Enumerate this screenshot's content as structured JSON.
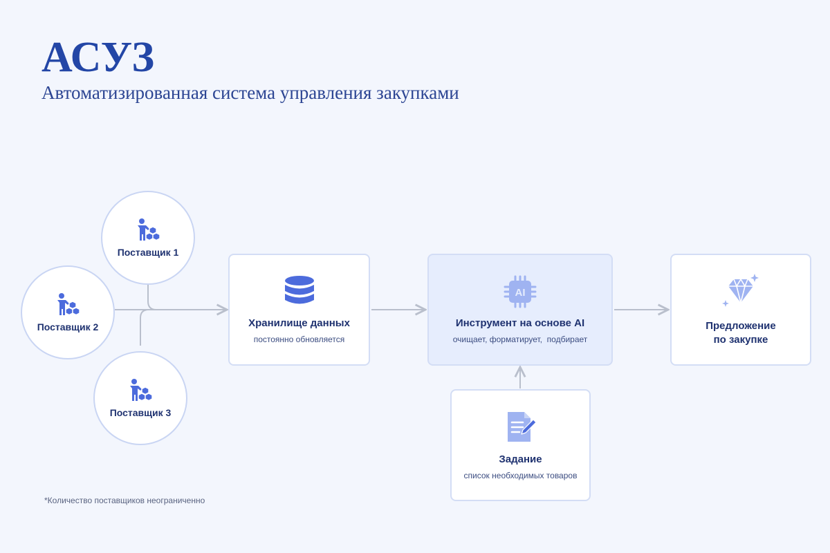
{
  "header": {
    "title": "АСУЗ",
    "subtitle": "Автоматизированная система управления закупками"
  },
  "suppliers": [
    {
      "label": "Поставщик 1",
      "icon": "supplier-boxes-icon"
    },
    {
      "label": "Поставщик 2",
      "icon": "supplier-boxes-icon"
    },
    {
      "label": "Поставщик 3",
      "icon": "supplier-boxes-icon"
    }
  ],
  "storage": {
    "title": "Хранилище данных",
    "subtitle": "постоянно обновляется",
    "icon": "database-icon"
  },
  "ai_tool": {
    "title": "Инструмент на основе AI",
    "subtitle": "очищает, форматирует,  подбирает",
    "icon": "ai-chip-icon",
    "chip_text": "AI"
  },
  "proposal": {
    "title_line1": "Предложение",
    "title_line2": "по закупке",
    "icon": "diamond-icon"
  },
  "task": {
    "title": "Задание",
    "subtitle": "список необходимых товаров",
    "icon": "document-edit-icon"
  },
  "footnote": "*Количество поставщиков неограниченно",
  "colors": {
    "accent": "#2346a6",
    "icon": "#4c6bdc",
    "icon_light": "#9fb3f1",
    "background": "#f3f6fd",
    "line": "#b9bfcc"
  }
}
